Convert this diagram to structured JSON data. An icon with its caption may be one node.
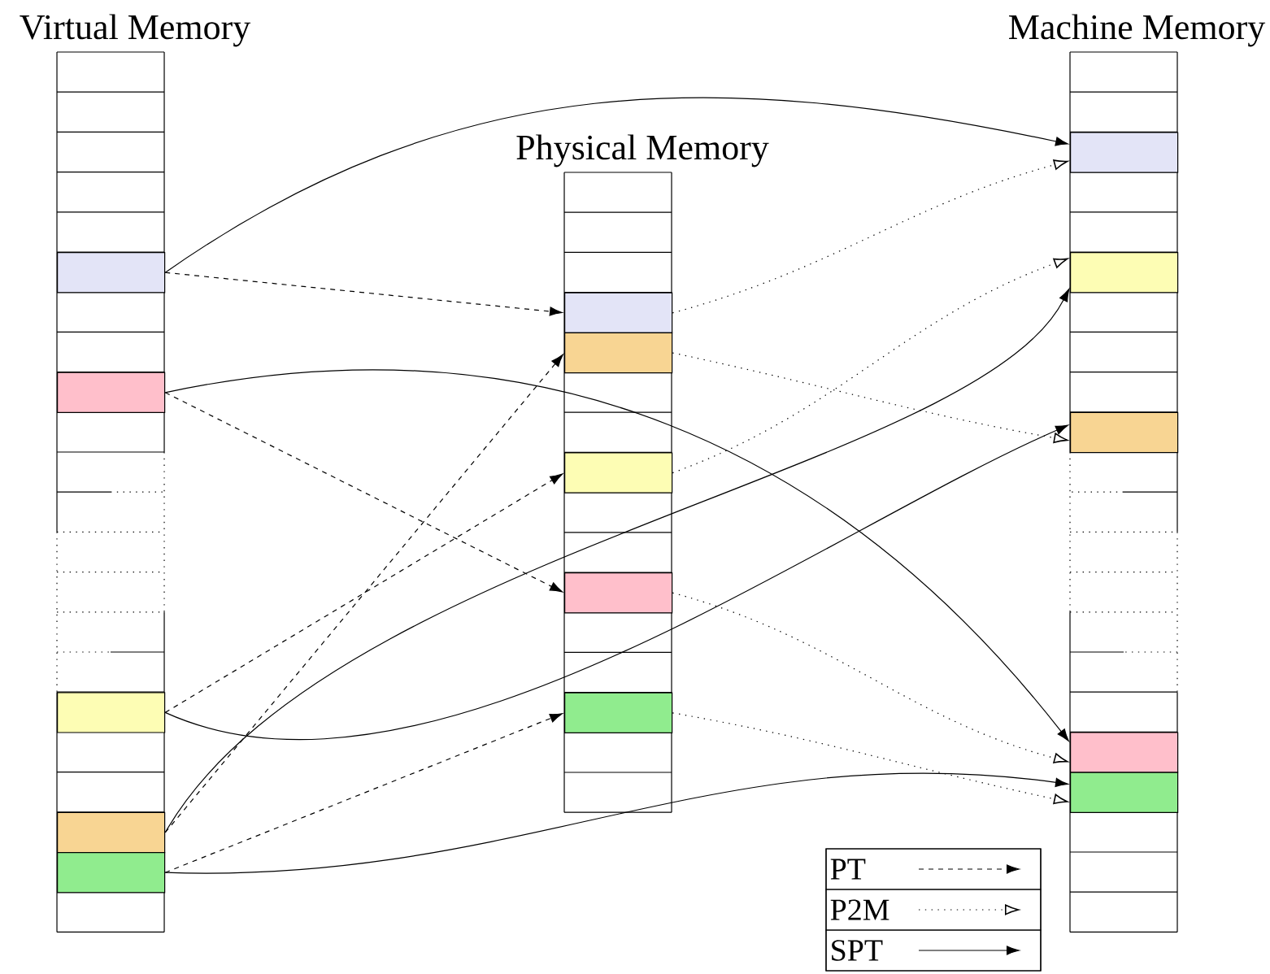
{
  "diagram": {
    "nodes": [
      {
        "text": [
          "Virtual Memory"
        ]
      },
      {
        "text": [],
        "shape": "box",
        "in": 0
      },
      {
        "text": [],
        "shape": "box",
        "in": 0
      },
      {
        "text": [],
        "shape": "box",
        "in": 0
      },
      {
        "text": [],
        "shape": "box",
        "in": 0
      },
      {
        "text": [],
        "shape": "box",
        "in": 0
      },
      {
        "text": [
          "Physical Memory"
        ]
      },
      {
        "text": [],
        "shape": "box",
        "in": 6
      },
      {
        "text": [],
        "shape": "box",
        "in": 6
      },
      {
        "text": [],
        "shape": "box",
        "in": 6
      },
      {
        "text": [],
        "shape": "box",
        "in": 6
      },
      {
        "text": [],
        "shape": "box",
        "in": 6
      },
      {
        "text": [
          "Machine Memory"
        ]
      },
      {
        "text": [],
        "shape": "box",
        "in": 12
      },
      {
        "text": [],
        "shape": "box",
        "in": 12
      },
      {
        "text": [],
        "shape": "box",
        "in": 12
      },
      {
        "text": [],
        "shape": "box",
        "in": 12
      },
      {
        "text": [],
        "shape": "box",
        "in": 12
      }
    ],
    "edges": [
      {
        "from": 1,
        "to": 7,
        "arrow": "to",
        "style": "dashed"
      },
      {
        "from": 2,
        "to": 10,
        "arrow": "to",
        "style": "dashed"
      },
      {
        "from": 3,
        "to": 9,
        "arrow": "to",
        "style": "dashed"
      },
      {
        "from": 4,
        "to": 8,
        "arrow": "to",
        "style": "dashed"
      },
      {
        "from": 5,
        "to": 11,
        "arrow": "to",
        "style": "dashed"
      },
      {
        "from": 7,
        "to": 13,
        "arrow": "to",
        "style": "dashed"
      },
      {
        "from": 8,
        "to": 15,
        "arrow": "to",
        "style": "dashed"
      },
      {
        "from": 9,
        "to": 14,
        "arrow": "to",
        "style": "dashed"
      },
      {
        "from": 10,
        "to": 16,
        "arrow": "to",
        "style": "dashed"
      },
      {
        "from": 11,
        "to": 17,
        "arrow": "to",
        "style": "dashed"
      },
      {
        "from": 1,
        "to": 13,
        "arrow": "to"
      },
      {
        "from": 2,
        "to": 16,
        "arrow": "to"
      },
      {
        "from": 3,
        "to": 15,
        "arrow": "to"
      },
      {
        "from": 4,
        "to": 14,
        "arrow": "to"
      },
      {
        "from": 5,
        "to": 17,
        "arrow": "to"
      }
    ],
    "legend": [
      {
        "text": "PT"
      },
      {
        "text": "P2M"
      },
      {
        "text": "SPT"
      }
    ]
  }
}
